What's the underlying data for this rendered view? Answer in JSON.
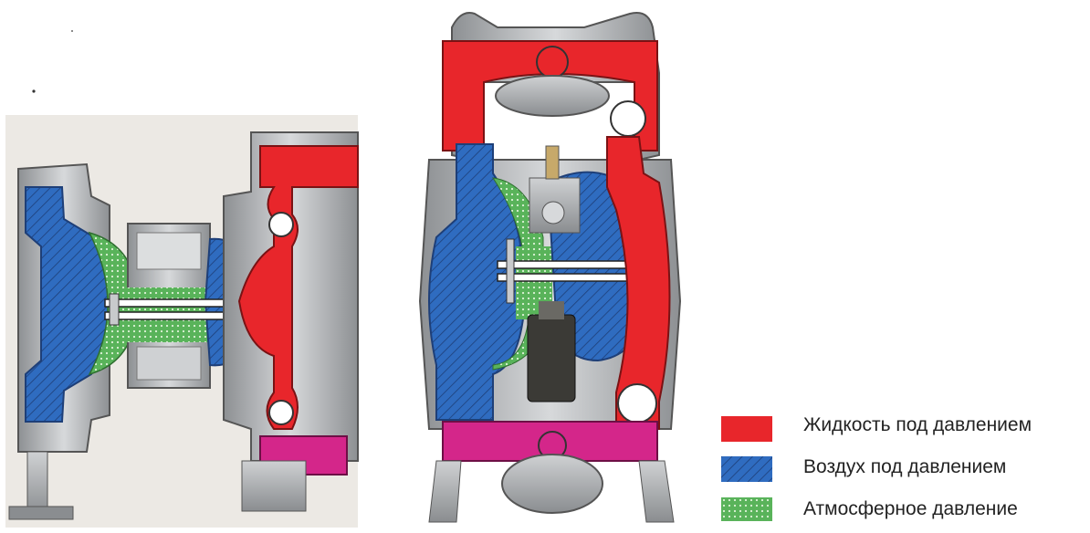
{
  "legend": {
    "items": [
      {
        "label": "Жидкость под давлением",
        "swatch": "liquid-pressure-swatch",
        "color": "#e8262b"
      },
      {
        "label": "Воздух под давлением",
        "swatch": "air-pressure-swatch",
        "color": "#2f6cc0"
      },
      {
        "label": "Атмосферное давление",
        "swatch": "atmospheric-pressure-swatch",
        "color": "#59b35a"
      }
    ]
  },
  "colors": {
    "liquid": "#e8262b",
    "air": "#2f6cc0",
    "atmosphere": "#59b35a",
    "discharge": "#d4268a",
    "metal": "#b9bcbe",
    "metal_dark": "#6e7174"
  }
}
